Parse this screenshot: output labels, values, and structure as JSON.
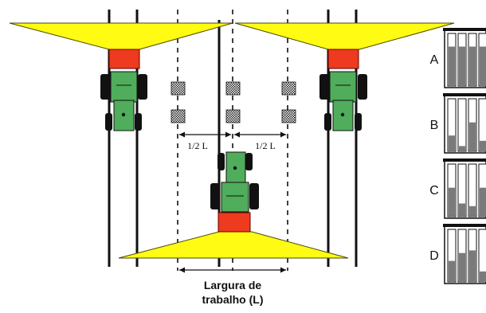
{
  "diagram": {
    "half_width_left_label": "1/2 L",
    "half_width_right_label": "1/2 L",
    "working_width_line1": "Largura de",
    "working_width_line2": "trabalho (L)"
  },
  "distribution_panels": [
    {
      "label": "A",
      "levels": [
        0.75,
        0.75,
        0.75,
        0.75
      ]
    },
    {
      "label": "B",
      "levels": [
        0.3,
        0.1,
        0.55,
        0.2
      ]
    },
    {
      "label": "C",
      "levels": [
        0.55,
        0.25,
        0.2,
        0.55
      ]
    },
    {
      "label": "D",
      "levels": [
        0.4,
        0.55,
        0.6,
        0.2
      ]
    }
  ],
  "colors": {
    "spread_fan": "#fffb13",
    "fan_stroke": "#4a4a00",
    "spreader_body": "#ee3a1f",
    "tractor_green": "#4fad5b",
    "tire": "#111111",
    "bar_fill": "#7a7a7a",
    "line": "#111111"
  }
}
